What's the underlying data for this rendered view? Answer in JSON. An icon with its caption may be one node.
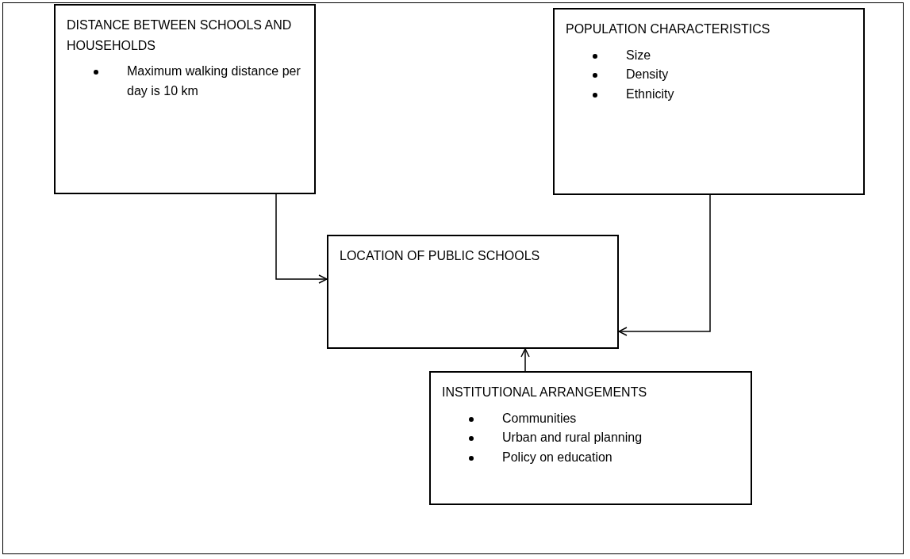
{
  "diagram": {
    "nodes": [
      {
        "text": [
          "DISTANCE BETWEEN SCHOOLS AND HOUSEHOLDS",
          "Maximum walking distance per day is 10 km"
        ]
      },
      {
        "text": [
          "POPULATION CHARACTERISTICS",
          "Size",
          "Density",
          "Ethnicity"
        ]
      },
      {
        "text": [
          "LOCATION OF PUBLIC SCHOOLS"
        ]
      },
      {
        "text": [
          "INSTITUTIONAL ARRANGEMENTS",
          "Communities",
          "Urban and rural planning",
          "Policy on education"
        ]
      }
    ],
    "edges": [
      {
        "from": 0,
        "to": 2,
        "arrow": "to"
      },
      {
        "from": 1,
        "to": 2,
        "arrow": "to"
      },
      {
        "from": 3,
        "to": 2,
        "arrow": "to"
      }
    ]
  }
}
